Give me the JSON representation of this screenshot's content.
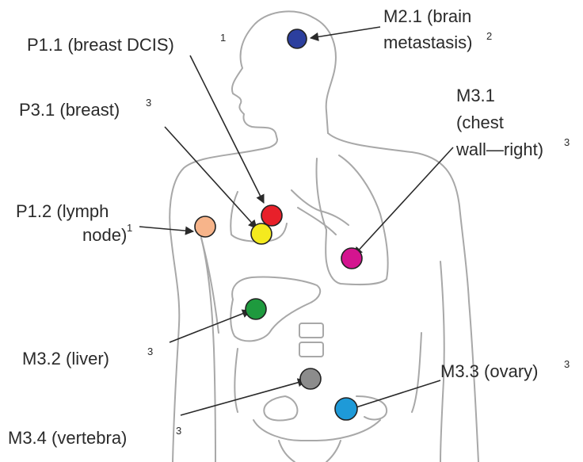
{
  "labels": {
    "m2_1": {
      "line1": "M2.1 (brain",
      "line2": "metastasis)",
      "sup": "2"
    },
    "p1_1": {
      "text": "P1.1 (breast DCIS)",
      "sup": "1"
    },
    "p3_1": {
      "text": "P3.1 (breast)",
      "sup": "3"
    },
    "m3_1": {
      "line1": "M3.1",
      "line2": "(chest",
      "line3": "wall—right)",
      "sup": "3"
    },
    "p1_2": {
      "line1": "P1.2 (lymph",
      "line2": "node)",
      "sup": "1"
    },
    "m3_2": {
      "text": "M3.2 (liver)",
      "sup": "3"
    },
    "m3_3": {
      "text": "M3.3 (ovary)",
      "sup": "3"
    },
    "m3_4": {
      "text": "M3.4 (vertebra)",
      "sup": "3"
    }
  },
  "colors": {
    "m2_1": "#2c3f9e",
    "p1_1": "#e8202a",
    "p3_1": "#f4ea1e",
    "m3_1": "#d4148f",
    "p1_2": "#f7b48a",
    "m3_2": "#1e9a3e",
    "m3_3": "#1e9ad8",
    "m3_4": "#8c8c8c",
    "outline": "#a8a8a8",
    "leader": "#2a2a2a"
  }
}
